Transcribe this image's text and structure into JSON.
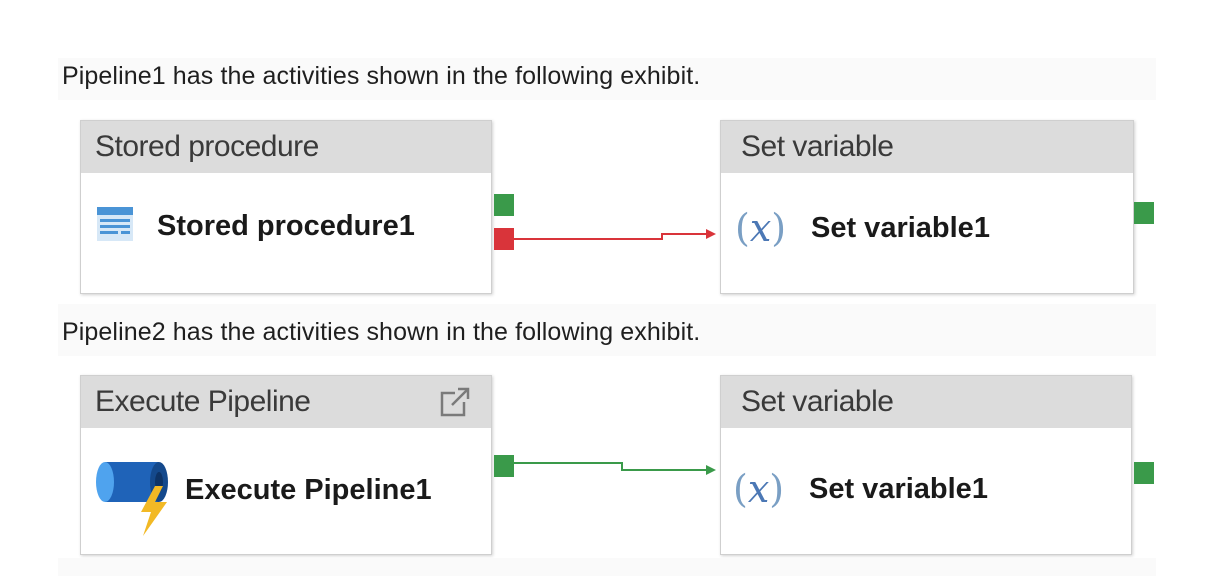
{
  "pipeline1": {
    "caption": "Pipeline1 has the activities shown in the following exhibit.",
    "activity_left": {
      "type_label": "Stored procedure",
      "name": "Stored procedure1",
      "icon": "stored-procedure-icon"
    },
    "activity_right": {
      "type_label": "Set variable",
      "name": "Set variable1",
      "icon": "set-variable-icon",
      "icon_glyph_open": "(",
      "icon_glyph_x": "x",
      "icon_glyph_close": ")"
    },
    "connector_color": "#d9343a",
    "connector_condition": "failure"
  },
  "pipeline2": {
    "caption": "Pipeline2 has the activities shown in the following exhibit.",
    "activity_left": {
      "type_label": "Execute Pipeline",
      "name": "Execute Pipeline1",
      "icon": "execute-pipeline-icon",
      "header_icon": "open-external-icon"
    },
    "activity_right": {
      "type_label": "Set variable",
      "name": "Set variable1",
      "icon": "set-variable-icon",
      "icon_glyph_open": "(",
      "icon_glyph_x": "x",
      "icon_glyph_close": ")"
    },
    "connector_color": "#3a9a4a",
    "connector_condition": "success"
  },
  "colors": {
    "success": "#3a9a4a",
    "failure": "#d9343a",
    "header_bg": "#dcdcdc"
  }
}
